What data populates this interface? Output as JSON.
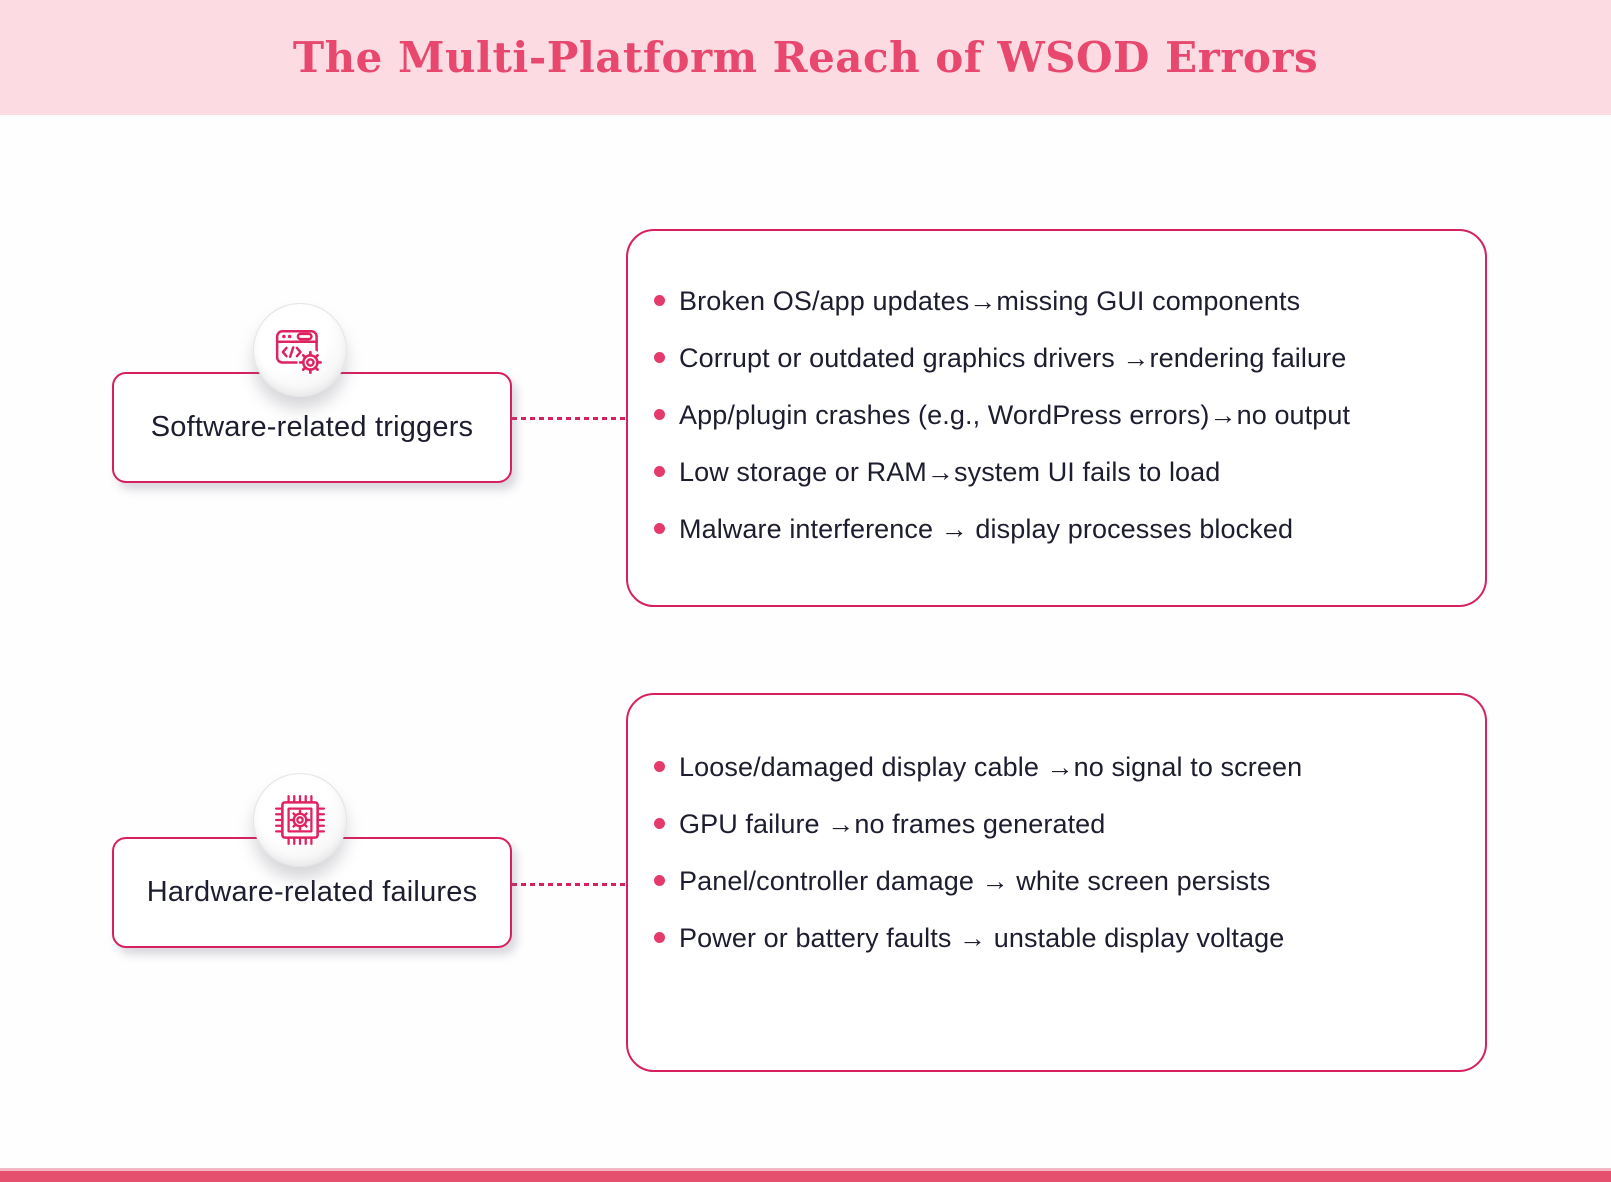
{
  "header": {
    "title": "The Multi-Platform Reach of WSOD Errors"
  },
  "colors": {
    "header_bg": "#fcdbe2",
    "title": "#e8486d",
    "accent_border": "#d6205f",
    "bullet_dot": "#e43a6c",
    "body_text": "#1d1d30",
    "footer_bar": "#e4506e"
  },
  "sections": [
    {
      "label": "Software-related triggers",
      "icon": "browser-code-gear-icon",
      "items": [
        "Broken OS/app updates→missing GUI components",
        "Corrupt or outdated graphics drivers →rendering failure",
        "App/plugin crashes (e.g., WordPress errors)→no output",
        "Low storage or RAM→system UI fails to load",
        "Malware interference → display processes blocked"
      ]
    },
    {
      "label": "Hardware-related failures",
      "icon": "cpu-chip-gear-icon",
      "items": [
        "Loose/damaged display cable →no signal to screen",
        "GPU failure →no frames generated",
        "Panel/controller damage → white screen persists",
        "Power or battery faults → unstable display voltage"
      ]
    }
  ]
}
